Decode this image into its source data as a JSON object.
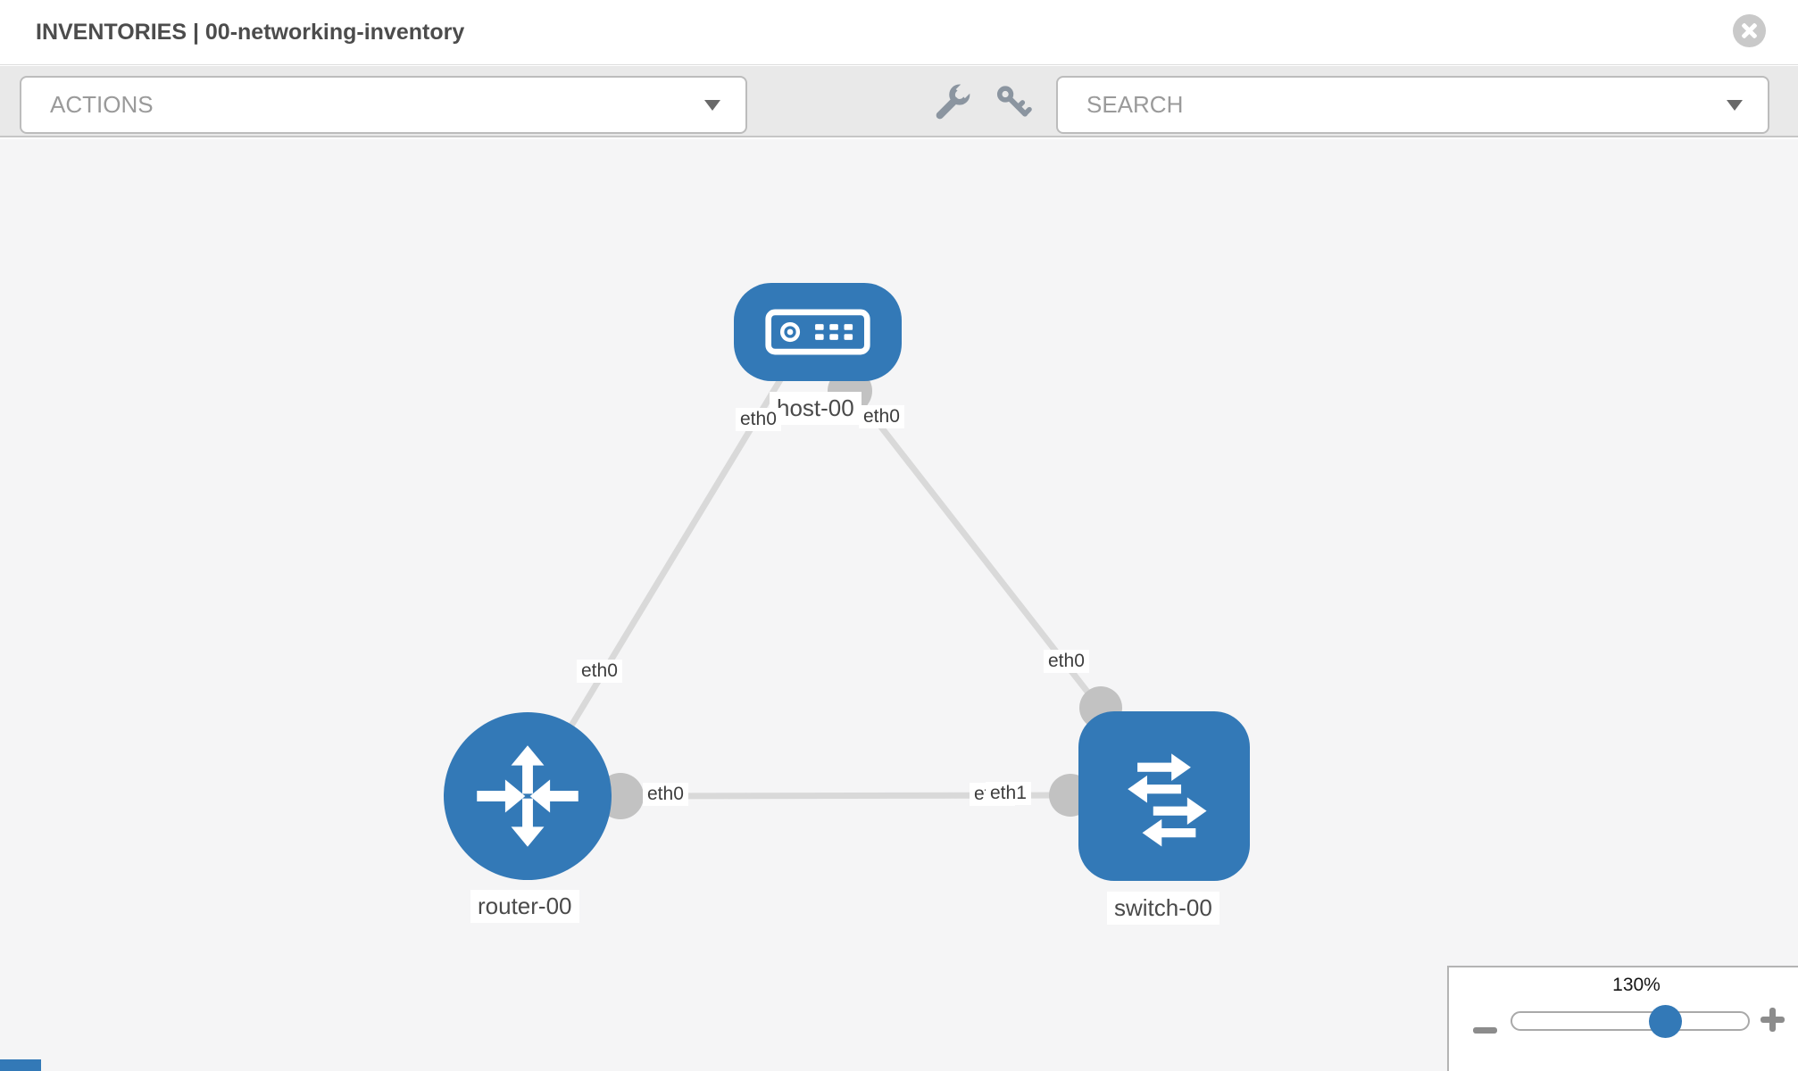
{
  "header": {
    "title": "INVENTORIES | 00-networking-inventory"
  },
  "toolbar": {
    "actions": {
      "label": "ACTIONS"
    },
    "search": {
      "label": "SEARCH"
    },
    "icons": [
      "wrench-icon",
      "key-icon"
    ]
  },
  "topology": {
    "nodes": [
      {
        "name": "host-00",
        "type": "host",
        "shape": "rounded-rect",
        "color": "#3379b7"
      },
      {
        "name": "router-00",
        "type": "router",
        "shape": "circle",
        "color": "#3379b7"
      },
      {
        "name": "switch-00",
        "type": "switch",
        "shape": "rounded-square",
        "color": "#3379b7"
      }
    ],
    "links": [
      {
        "from": "host-00",
        "from_interface": "eth0",
        "to": "router-00",
        "to_interface": "eth0"
      },
      {
        "from": "host-00",
        "from_interface": "eth0",
        "to": "switch-00",
        "to_interface": "eth0"
      },
      {
        "from": "router-00",
        "from_interface": "eth0",
        "to": "switch-00",
        "to_interface": "eth1"
      }
    ],
    "interface_labels": [
      {
        "text": "eth0",
        "position": "host-bottom-left"
      },
      {
        "text": "eth0",
        "position": "host-bottom-right"
      },
      {
        "text": "eth0",
        "position": "left-diagonal-mid"
      },
      {
        "text": "eth0",
        "position": "right-diagonal-mid"
      },
      {
        "text": "eth0",
        "position": "router-right"
      },
      {
        "text": "eth0",
        "position": "switch-left-under"
      },
      {
        "text": "eth1",
        "position": "switch-left-over"
      }
    ]
  },
  "zoom_control": {
    "level": "130%"
  },
  "colors": {
    "node_blue": "#3379b7",
    "link_gray": "#d9d9d9",
    "interface_dot_gray": "#c2c2c2",
    "canvas_bg": "#f5f5f6",
    "toolbar_bg": "#e9e9e9",
    "icon_gray": "#8b95a0"
  }
}
